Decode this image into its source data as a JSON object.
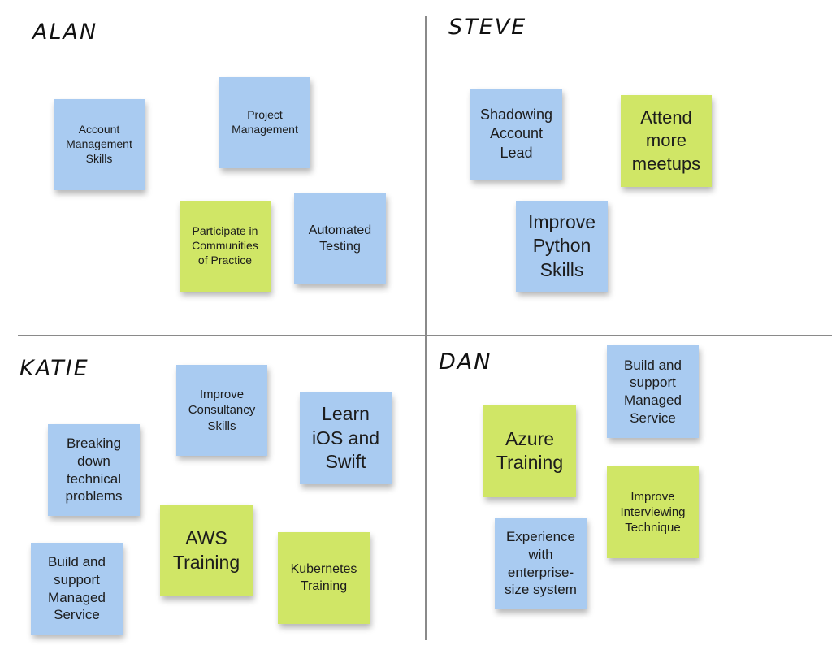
{
  "colors": {
    "blue_note": "#a9cbf1",
    "green_note": "#d0e666",
    "divider": "#8a8a8a"
  },
  "quadrants": {
    "alan": {
      "name": "ALAN",
      "notes": [
        {
          "text": "Account\nManagement\nSkills",
          "color": "blue"
        },
        {
          "text": "Project\nManagement",
          "color": "blue"
        },
        {
          "text": "Participate in\nCommunities\nof Practice",
          "color": "green"
        },
        {
          "text": "Automated\nTesting",
          "color": "blue"
        }
      ]
    },
    "steve": {
      "name": "STEVE",
      "notes": [
        {
          "text": "Shadowing\nAccount\nLead",
          "color": "blue"
        },
        {
          "text": "Attend\nmore\nmeetups",
          "color": "green"
        },
        {
          "text": "Improve\nPython\nSkills",
          "color": "blue"
        }
      ]
    },
    "katie": {
      "name": "KATIE",
      "notes": [
        {
          "text": "Improve\nConsultancy\nSkills",
          "color": "blue"
        },
        {
          "text": "Learn\niOS and\nSwift",
          "color": "blue"
        },
        {
          "text": "Breaking\ndown\ntechnical\nproblems",
          "color": "blue"
        },
        {
          "text": "AWS\nTraining",
          "color": "green"
        },
        {
          "text": "Build and\nsupport\nManaged\nService",
          "color": "blue"
        },
        {
          "text": "Kubernetes\nTraining",
          "color": "green"
        }
      ]
    },
    "dan": {
      "name": "DAN",
      "notes": [
        {
          "text": "Build and\nsupport\nManaged\nService",
          "color": "blue"
        },
        {
          "text": "Azure\nTraining",
          "color": "green"
        },
        {
          "text": "Improve\nInterviewing\nTechnique",
          "color": "green"
        },
        {
          "text": "Experience\nwith\nenterprise-\nsize system",
          "color": "blue"
        }
      ]
    }
  }
}
